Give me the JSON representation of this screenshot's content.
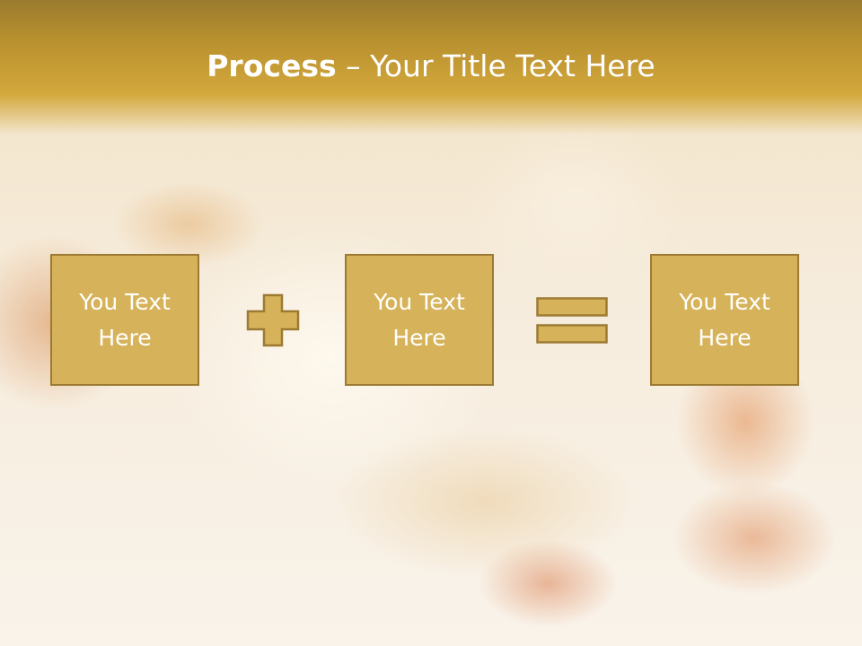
{
  "slide": {
    "title_bold": "Process",
    "title_rest": " – Your Title Text Here",
    "boxes": [
      {
        "text": "You Text Here"
      },
      {
        "text": "You Text Here"
      },
      {
        "text": "You Text Here"
      }
    ],
    "operators": [
      "plus-icon",
      "equals-icon"
    ]
  },
  "colors": {
    "header": "#c79d36",
    "box_fill": "#d6b35a",
    "box_border": "#9c7a32",
    "text": "#ffffff"
  }
}
